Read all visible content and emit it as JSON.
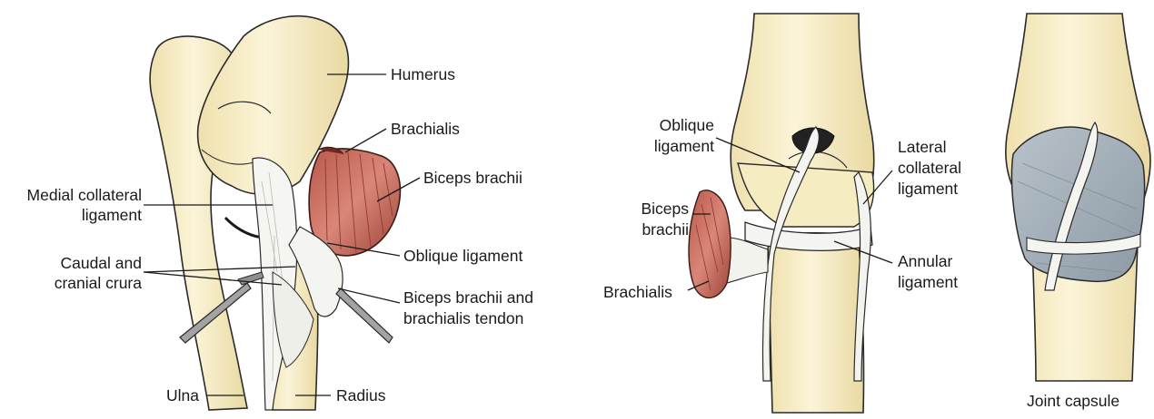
{
  "panels": {
    "left": {
      "labels": {
        "humerus": "Humerus",
        "brachialis": "Brachialis",
        "biceps_brachii": "Biceps brachii",
        "medial_collateral_1": "Medial collateral",
        "medial_collateral_2": "ligament",
        "caudal_cranial_1": "Caudal and",
        "caudal_cranial_2": "cranial crura",
        "oblique_ligament": "Oblique ligament",
        "biceps_tendon_1": "Biceps brachii and",
        "biceps_tendon_2": "brachialis tendon",
        "ulna": "Ulna",
        "radius": "Radius"
      }
    },
    "middle": {
      "labels": {
        "oblique_1": "Oblique",
        "oblique_2": "ligament",
        "biceps_1": "Biceps",
        "biceps_2": "brachii",
        "brachialis": "Brachialis",
        "lateral_1": "Lateral",
        "lateral_2": "collateral",
        "lateral_3": "ligament",
        "annular_1": "Annular",
        "annular_2": "ligament"
      }
    },
    "right": {
      "labels": {
        "joint_capsule": "Joint capsule"
      }
    }
  },
  "colors": {
    "bone": "#f7ecc4",
    "bone_shade": "#e8d9a6",
    "outline": "#2a2a2a",
    "muscle": "#c86a5c",
    "muscle_dark": "#8e3a31",
    "ligament": "#f4f4f0",
    "capsule": "#a9b4bd",
    "instrument": "#9a9a9a"
  }
}
